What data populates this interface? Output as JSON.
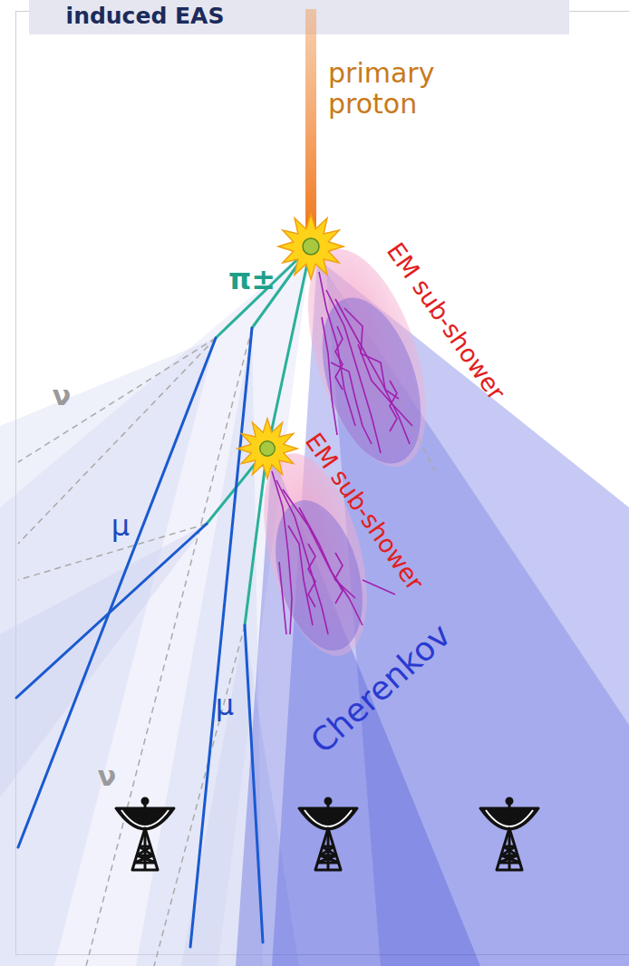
{
  "diagram": {
    "title": "induced EAS",
    "labels": [
      "primary proton",
      "π±",
      "EM sub-shower",
      "ν",
      "EM sub-shower",
      "μ",
      "μ",
      "Cherenkov",
      "ν"
    ]
  }
}
